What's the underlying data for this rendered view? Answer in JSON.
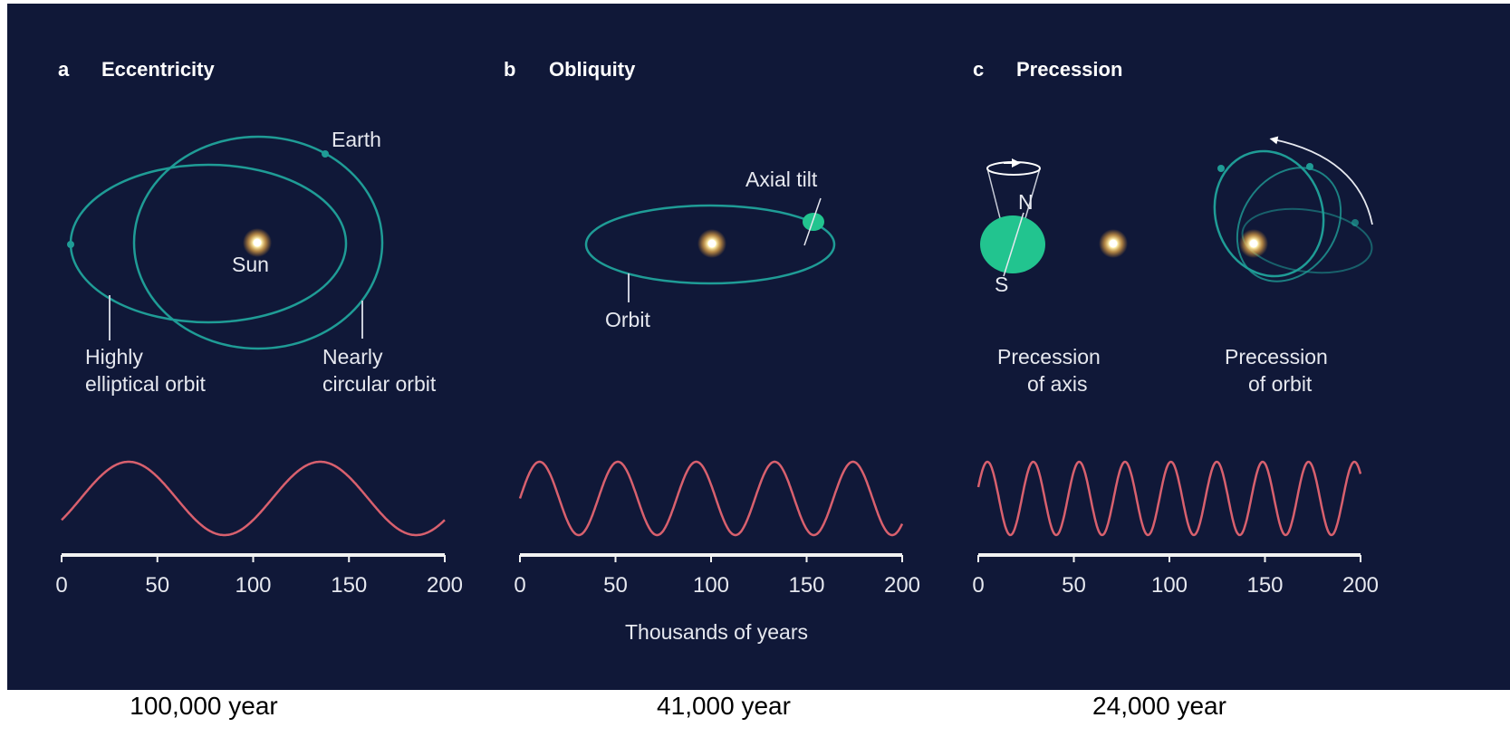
{
  "panels": [
    {
      "letter": "a",
      "title": "Eccentricity",
      "period": "100,000 year"
    },
    {
      "letter": "b",
      "title": "Obliquity",
      "period": "41,000 year"
    },
    {
      "letter": "c",
      "title": "Precession",
      "period": "24,000 year"
    }
  ],
  "eccentricity_labels": {
    "earth": "Earth",
    "sun": "Sun",
    "highly_1": "Highly",
    "highly_2": "elliptical orbit",
    "nearly_1": "Nearly",
    "nearly_2": "circular orbit"
  },
  "obliquity_labels": {
    "axial_tilt": "Axial tilt",
    "orbit": "Orbit"
  },
  "precession_labels": {
    "north": "N",
    "south": "S",
    "axis_1": "Precession",
    "axis_2": "of axis",
    "orbit_1": "Precession",
    "orbit_2": "of orbit"
  },
  "x_axis_label": "Thousands of years",
  "colors": {
    "background": "#101838",
    "orbit": "#1f9c96",
    "wave": "#d8606e",
    "earth": "#22c48f",
    "sun": "#fff2b0",
    "axis_line": "#f2f2f2"
  },
  "chart_data": [
    {
      "type": "line",
      "title": "Eccentricity",
      "x_ticks": [
        0,
        50,
        100,
        150,
        200
      ],
      "xlim": [
        0,
        200
      ],
      "period": 100,
      "x_unit": "Thousands of years"
    },
    {
      "type": "line",
      "title": "Obliquity",
      "x_ticks": [
        0,
        50,
        100,
        150,
        200
      ],
      "xlim": [
        0,
        200
      ],
      "period": 41,
      "x_unit": "Thousands of years"
    },
    {
      "type": "line",
      "title": "Precession",
      "x_ticks": [
        0,
        50,
        100,
        150,
        200
      ],
      "xlim": [
        0,
        200
      ],
      "period": 24,
      "x_unit": "Thousands of years"
    }
  ]
}
